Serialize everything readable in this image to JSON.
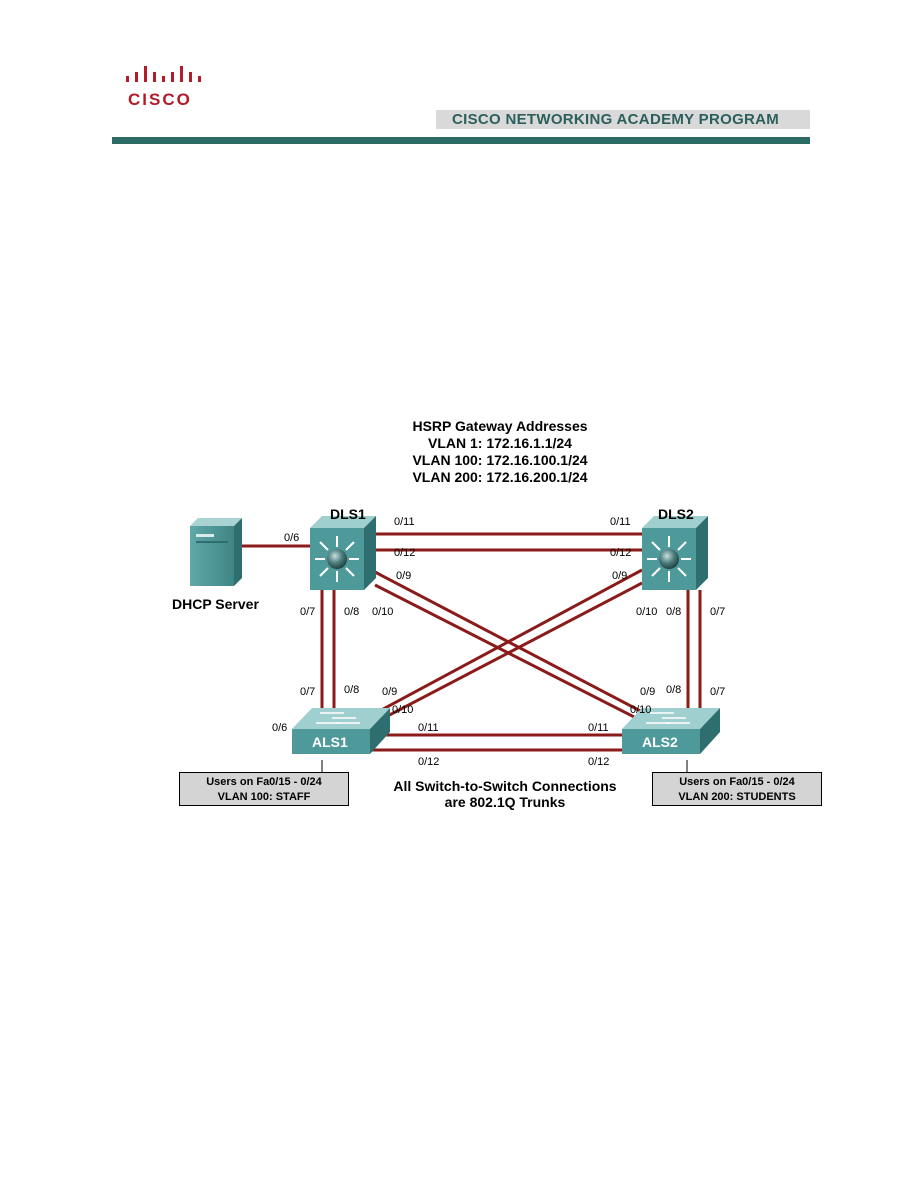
{
  "header": {
    "logo_text": "CISCO",
    "program_title": "CISCO NETWORKING ACADEMY PROGRAM",
    "brand_color": "#b31b2b",
    "rule_color": "#2d6b67"
  },
  "diagram": {
    "hsrp_title": "HSRP Gateway Addresses",
    "hsrp_lines": [
      "VLAN 1: 172.16.1.1/24",
      "VLAN 100: 172.16.100.1/24",
      "VLAN 200: 172.16.200.1/24"
    ],
    "devices": {
      "dls1": "DLS1",
      "dls2": "DLS2",
      "als1": "ALS1",
      "als2": "ALS2",
      "server": "DHCP Server"
    },
    "ports": {
      "dls1_0_6": "0/6",
      "dls1_0_11": "0/11",
      "dls1_0_12": "0/12",
      "dls1_0_9": "0/9",
      "dls1_0_7": "0/7",
      "dls1_0_8": "0/8",
      "dls1_0_10": "0/10",
      "dls2_0_11": "0/11",
      "dls2_0_12": "0/12",
      "dls2_0_9": "0/9",
      "dls2_0_10": "0/10",
      "dls2_0_8": "0/8",
      "dls2_0_7": "0/7",
      "als1_0_7": "0/7",
      "als1_0_8": "0/8",
      "als1_0_9": "0/9",
      "als1_0_10": "0/10",
      "als1_0_6": "0/6",
      "als1_0_11": "0/11",
      "als1_0_12": "0/12",
      "als2_0_9": "0/9",
      "als2_0_8": "0/8",
      "als2_0_7": "0/7",
      "als2_0_10": "0/10",
      "als2_0_11": "0/11",
      "als2_0_12": "0/12"
    },
    "als1_users": [
      "Users on Fa0/15 - 0/24",
      "VLAN 100: STAFF"
    ],
    "als2_users": [
      "Users on Fa0/15 - 0/24",
      "VLAN 200: STUDENTS"
    ],
    "trunk_note": [
      "All Switch-to-Switch Connections",
      "are 802.1Q Trunks"
    ],
    "link_color": "#8b1a1a",
    "device_color": "#4e9a9a"
  }
}
